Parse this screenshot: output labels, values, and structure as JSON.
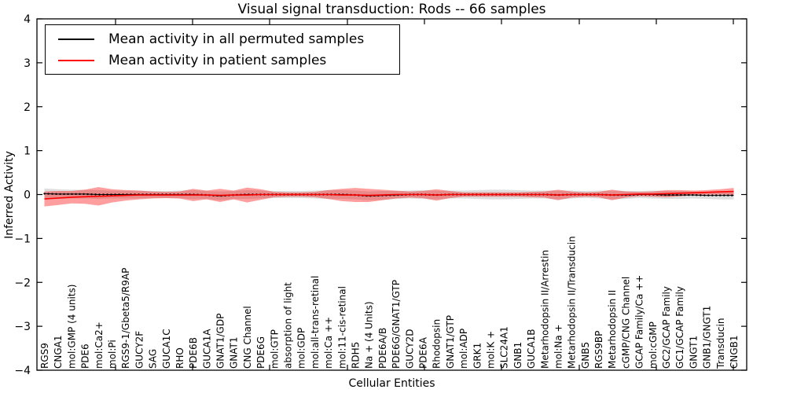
{
  "chart_data": {
    "type": "line",
    "title": "Visual signal transduction: Rods -- 66 samples",
    "xlabel": "Cellular Entities",
    "ylabel": "Inferred Activity",
    "ylim": [
      -4,
      4
    ],
    "yticks": [
      4,
      3,
      2,
      1,
      0,
      -1,
      -2,
      -3,
      -4
    ],
    "grid": false,
    "legend_position": "upper left",
    "categories": [
      "RGS9",
      "CNGA1",
      "mol:GMP (4 units)",
      "PDE6",
      "mol:Ca2+",
      "mol:Pi",
      "RGS9-1/Gbeta5/R9AP",
      "GUCY2F",
      "SAG",
      "GUCA1C",
      "RHO",
      "PDE6B",
      "GUCA1A",
      "GNAT1/GDP",
      "GNAT1",
      "CNG Channel",
      "PDE6G",
      "mol:GTP",
      "absorption of light",
      "mol:GDP",
      "mol:all-trans-retinal",
      "mol:Ca ++",
      "mol:11-cis-retinal",
      "RDH5",
      "Na + (4 Units)",
      "PDE6A/B",
      "PDE6G/GNAT1/GTP",
      "GUCY2D",
      "PDE6A",
      "Rhodopsin",
      "GNAT1/GTP",
      "mol:ADP",
      "GRK1",
      "mol:K +",
      "SLC24A1",
      "GNB1",
      "GUCA1B",
      "Metarhodopsin II/Arrestin",
      "mol:Na +",
      "Metarhodopsin II/Transducin",
      "GNB5",
      "RGS9BP",
      "Metarhodopsin II",
      "cGMP/CNG Channel",
      "GCAP Family/Ca ++",
      "mol:cGMP",
      "GC2/GCAP Family",
      "GC1/GCAP Family",
      "GNGT1",
      "GNB1/GNGT1",
      "Transducin",
      "CNGB1"
    ],
    "series": [
      {
        "name": "Mean activity in all permuted samples",
        "color": "#000000",
        "line_style": "dotted",
        "band_color": "#000000",
        "band_opacity": 0.13,
        "values": [
          0.02,
          0.01,
          0.01,
          0.01,
          0.0,
          0.0,
          0.0,
          0.0,
          0.0,
          0.0,
          0.0,
          0.0,
          -0.01,
          -0.03,
          -0.01,
          0.0,
          0.0,
          0.0,
          0.0,
          0.0,
          0.0,
          0.0,
          0.0,
          -0.01,
          -0.03,
          -0.02,
          -0.01,
          0.0,
          0.0,
          -0.01,
          0.0,
          0.0,
          0.0,
          0.0,
          0.0,
          0.0,
          0.0,
          0.0,
          -0.01,
          0.0,
          0.0,
          0.0,
          -0.01,
          -0.01,
          0.0,
          0.0,
          -0.01,
          -0.01,
          -0.01,
          -0.02,
          -0.02,
          -0.02
        ],
        "band_halfwidth": [
          0.12,
          0.11,
          0.1,
          0.1,
          0.1,
          0.09,
          0.09,
          0.09,
          0.08,
          0.08,
          0.09,
          0.1,
          0.09,
          0.1,
          0.09,
          0.1,
          0.09,
          0.08,
          0.08,
          0.08,
          0.09,
          0.1,
          0.1,
          0.1,
          0.1,
          0.1,
          0.09,
          0.09,
          0.1,
          0.1,
          0.09,
          0.09,
          0.1,
          0.11,
          0.11,
          0.1,
          0.09,
          0.09,
          0.1,
          0.09,
          0.08,
          0.09,
          0.1,
          0.09,
          0.08,
          0.09,
          0.09,
          0.09,
          0.08,
          0.08,
          0.09,
          0.09
        ]
      },
      {
        "name": "Mean activity in patient samples",
        "color": "#ff0000",
        "line_style": "solid",
        "band_color": "#ff0000",
        "band_opacity": 0.38,
        "values": [
          -0.1,
          -0.08,
          -0.06,
          -0.05,
          -0.04,
          -0.03,
          -0.02,
          -0.01,
          -0.01,
          -0.01,
          -0.01,
          -0.01,
          -0.01,
          -0.02,
          -0.01,
          -0.01,
          0.0,
          0.0,
          0.0,
          0.0,
          0.0,
          0.0,
          -0.01,
          -0.01,
          -0.02,
          -0.01,
          0.0,
          0.0,
          0.0,
          -0.01,
          0.0,
          0.0,
          0.0,
          0.0,
          0.0,
          0.0,
          0.0,
          0.0,
          -0.01,
          0.0,
          0.0,
          0.0,
          -0.01,
          0.0,
          0.01,
          0.01,
          0.02,
          0.03,
          0.04,
          0.05,
          0.06,
          0.07
        ],
        "band_halfwidth": [
          0.17,
          0.16,
          0.14,
          0.16,
          0.21,
          0.15,
          0.12,
          0.1,
          0.08,
          0.07,
          0.08,
          0.14,
          0.1,
          0.15,
          0.1,
          0.17,
          0.12,
          0.06,
          0.05,
          0.05,
          0.06,
          0.1,
          0.14,
          0.16,
          0.15,
          0.12,
          0.09,
          0.07,
          0.08,
          0.13,
          0.08,
          0.05,
          0.05,
          0.05,
          0.05,
          0.05,
          0.06,
          0.07,
          0.12,
          0.07,
          0.05,
          0.06,
          0.12,
          0.07,
          0.05,
          0.06,
          0.08,
          0.07,
          0.05,
          0.05,
          0.06,
          0.08
        ]
      }
    ]
  }
}
